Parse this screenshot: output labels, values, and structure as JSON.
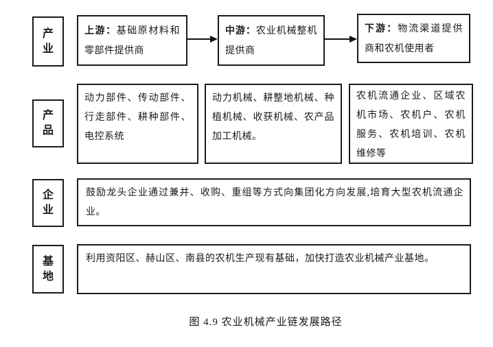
{
  "diagram": {
    "caption": "图 4.9 农业机械产业链发展路径",
    "colors": {
      "border": "#1a1a1a",
      "text": "#1a1a1a",
      "background": "#ffffff",
      "arrow": "#111111"
    },
    "rows": [
      {
        "label": "产业",
        "boxes": [
          {
            "bold_prefix": "上游：",
            "text": "基础原材料和零部件提供商"
          },
          {
            "bold_prefix": "中游：",
            "text": "农业机械整机提供商"
          },
          {
            "bold_prefix": "下游：",
            "text": "物流渠道提供商和农机使用者"
          }
        ],
        "connectors": [
          "arrow-right",
          "arrow-right"
        ]
      },
      {
        "label": "产品",
        "boxes": [
          {
            "text": "动力部件、传动部件、行走部件、耕种部件、电控系统"
          },
          {
            "text": "动力机械、耕整地机械、种植机械、收获机械、农产品加工机械。"
          },
          {
            "text": "农机流通企业、区域农机市场、农机户、农机服务、农机培训、农机维修等"
          }
        ]
      },
      {
        "label": "企业",
        "boxes": [
          {
            "text": "鼓励龙头企业通过兼并、收购、重组等方式向集团化方向发展,培育大型农机流通企业。"
          }
        ]
      },
      {
        "label": "基地",
        "boxes": [
          {
            "text": "利用资阳区、赫山区、南县的农机生产现有基础，加快打造农业机械产业基地。"
          }
        ]
      }
    ]
  }
}
